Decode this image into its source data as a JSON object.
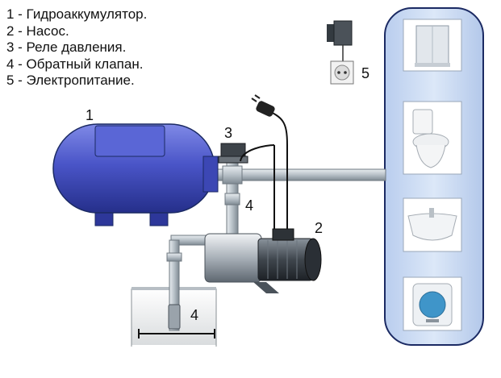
{
  "legend": [
    "1 - Гидроаккумулятор.",
    "2 - Насос.",
    "3 - Реле давления.",
    "4 - Обратный клапан.",
    "5 - Электропитание."
  ],
  "labels": {
    "accumulator": "1",
    "pump": "2",
    "pressure_switch": "3",
    "check_valve_upper": "4",
    "check_valve_lower": "4",
    "power_supply": "5"
  },
  "colors": {
    "tank": "#4a55c8",
    "pipe": "#b7c0c7",
    "consumer_panel": "#c8d9f2",
    "outline": "#1b2a63"
  },
  "icons": [
    "shower-cabin-icon",
    "toilet-icon",
    "sink-icon",
    "water-heater-icon",
    "socket-icon",
    "plug-icon"
  ]
}
